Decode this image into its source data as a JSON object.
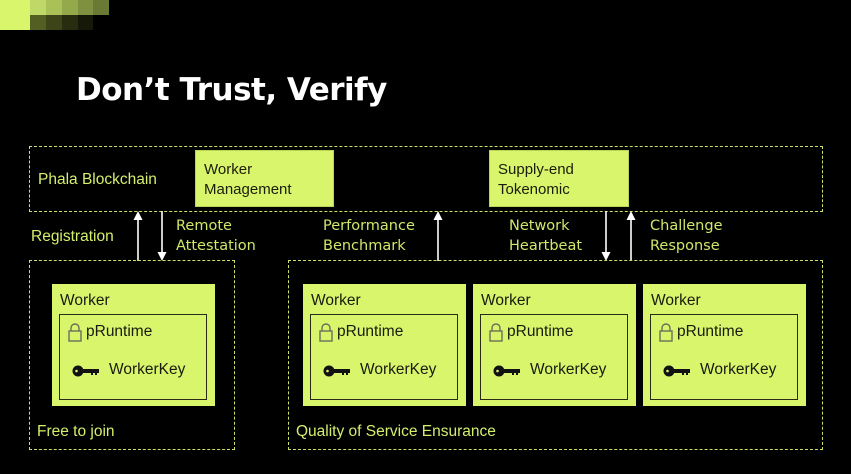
{
  "slide": {
    "title": "Don’t Trust, Verify",
    "accent_color": "#d8f56c",
    "background_color": "#000000"
  },
  "decoration": {
    "icon": "gradient-squares-logo",
    "colors_row1": [
      "#d8f56c",
      "#bfd968",
      "#a9c156",
      "#93a94a",
      "#7f9040",
      "#6a7a34"
    ],
    "colors_row2": [
      "#d8f56c",
      "#535f22",
      "#3c4418",
      "#282d10",
      "#161908"
    ]
  },
  "blockchain": {
    "label": "Phala Blockchain",
    "modules": [
      {
        "line1": "Worker",
        "line2": "Management"
      },
      {
        "line1": "Supply-end",
        "line2": "Tokenomic"
      }
    ]
  },
  "interactions": [
    {
      "label": "Registration",
      "direction": "up"
    },
    {
      "line1": "Remote",
      "line2": "Attestation",
      "direction": "down"
    },
    {
      "line1": "Performance",
      "line2": "Benchmark",
      "direction": "up"
    },
    {
      "line1": "Network",
      "line2": "Heartbeat",
      "direction": "down"
    },
    {
      "line1": "Challenge",
      "line2": "Response",
      "direction": "up"
    }
  ],
  "groups": [
    {
      "label": "Free to join"
    },
    {
      "label": "Quality of Service Ensurance"
    }
  ],
  "worker": {
    "title": "Worker",
    "runtime": "pRuntime",
    "key": "WorkerKey",
    "runtime_icon": "lock-icon",
    "key_icon": "key-icon"
  },
  "workers": [
    {
      "title": "Worker",
      "runtime": "pRuntime",
      "key": "WorkerKey"
    },
    {
      "title": "Worker",
      "runtime": "pRuntime",
      "key": "WorkerKey"
    },
    {
      "title": "Worker",
      "runtime": "pRuntime",
      "key": "WorkerKey"
    },
    {
      "title": "Worker",
      "runtime": "pRuntime",
      "key": "WorkerKey"
    }
  ]
}
